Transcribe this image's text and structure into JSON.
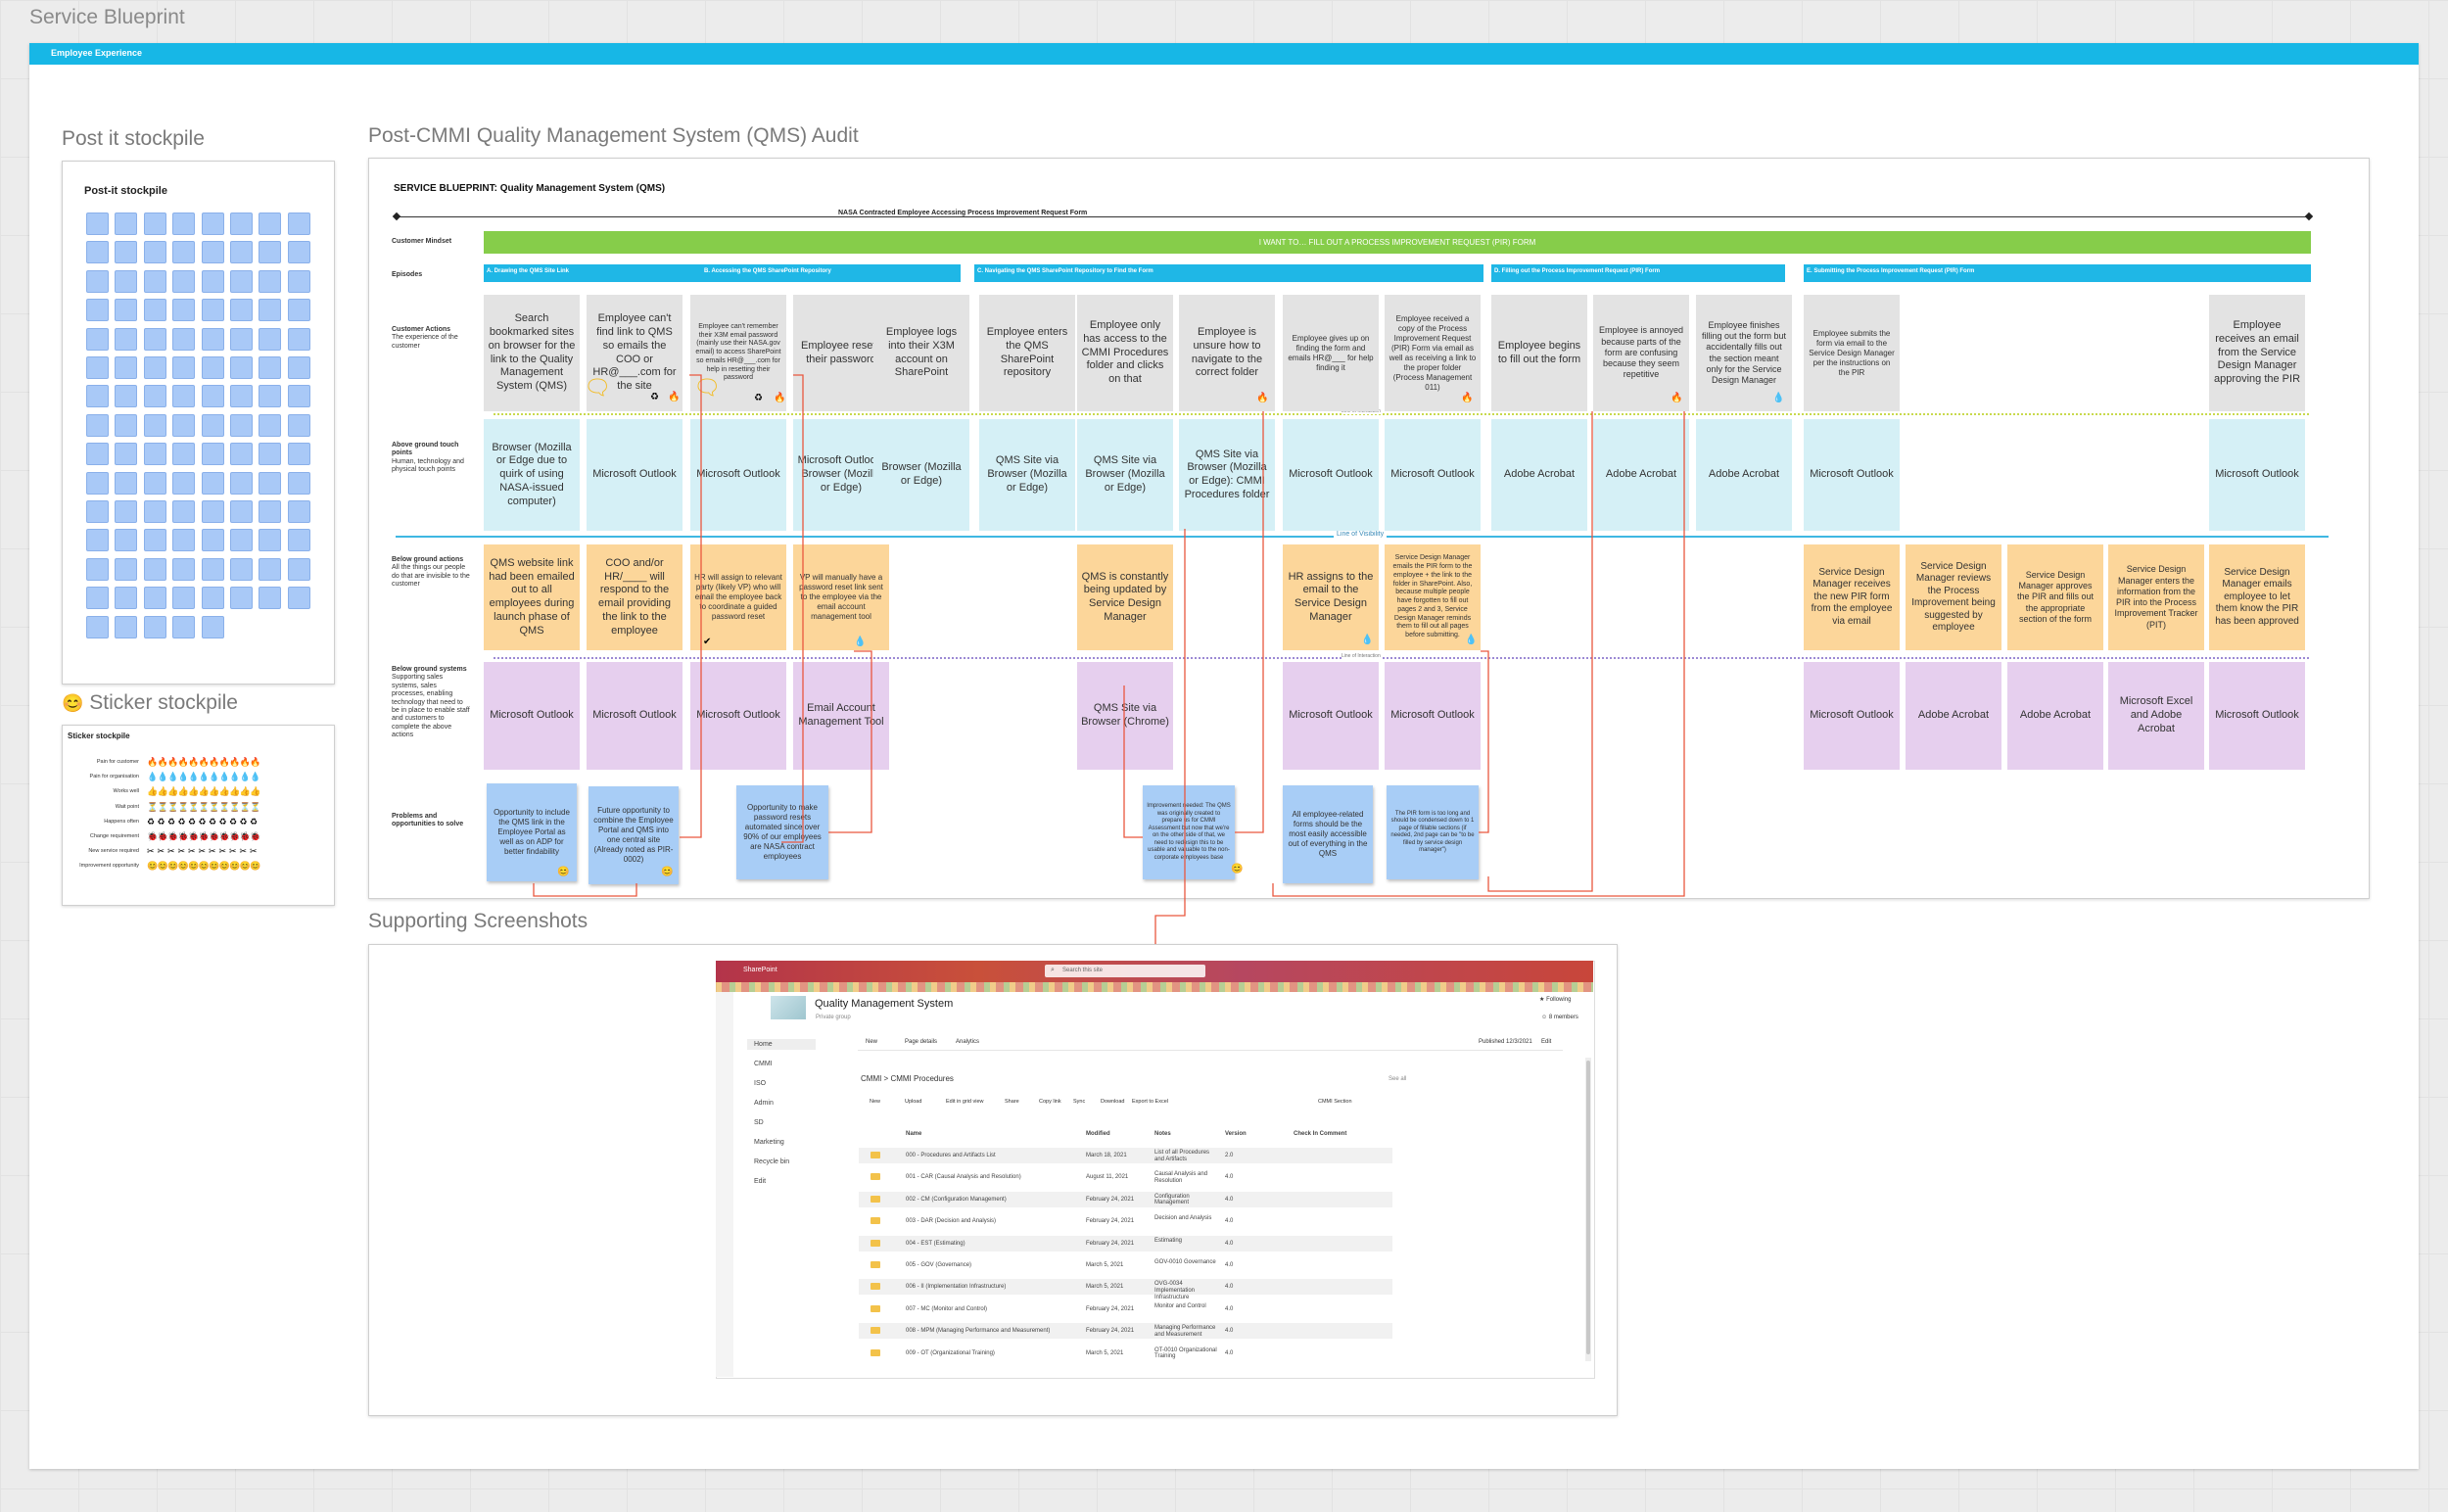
{
  "board_title": "Service Blueprint",
  "banner_label": "Employee Experience",
  "sections": {
    "postit": "Post it stockpile",
    "sticker": "Sticker stockpile",
    "main": "Post-CMMI Quality Management System (QMS) Audit",
    "screens": "Supporting Screenshots"
  },
  "postit_frame_title": "Post-it stockpile",
  "sticker_frame": {
    "title": "Sticker stockpile",
    "rows": [
      {
        "label": "Pain for customer",
        "icon": "🔥"
      },
      {
        "label": "Pain for organisation",
        "icon": "💧"
      },
      {
        "label": "Works well",
        "icon": "👍"
      },
      {
        "label": "Wait point",
        "icon": "⏳"
      },
      {
        "label": "Happens often",
        "icon": "♻"
      },
      {
        "label": "Change requirement",
        "icon": "🐞"
      },
      {
        "label": "New service required",
        "icon": "✂"
      },
      {
        "label": "Improvement opportunity",
        "icon": "😊"
      }
    ]
  },
  "blueprint": {
    "title": "SERVICE BLUEPRINT: Quality Management System (QMS)",
    "timeline_label": "NASA Contracted Employee Accessing Process Improvement Request Form",
    "mindset": "I WANT TO… FILL OUT A PROCESS IMPROVEMENT REQUEST (PIR) FORM",
    "row_labels": {
      "mindset": "Customer Mindset",
      "episodes": "Episodes",
      "actions": "Customer Actions",
      "actions_sub": "The experience of the customer",
      "above": "Above ground touch points",
      "above_sub": "Human, technology and physical touch points",
      "below": "Below ground actions",
      "below_sub": "All the things our people do that are invisible to the customer",
      "systems": "Below ground systems",
      "systems_sub": "Supporting sales systems, sales processes, enabling technology that need to be in place to enable staff and customers to complete the above actions",
      "problems": "Problems and opportunities to solve"
    },
    "line_visibility": "Line of Visibility",
    "line_interaction": "Line of Interaction",
    "episodes": [
      "A. Drawing the QMS Site Link",
      "B. Accessing the QMS SharePoint Repository",
      "C. Navigating the QMS SharePoint Repository to Find the Form",
      "D. Filling out the Process Improvement Request (PIR) Form",
      "E. Submitting the Process Improvement Request (PIR) Form"
    ],
    "actions": [
      "Search bookmarked sites on browser for the link to the Quality Management System (QMS)",
      "Employee can't find link to QMS so emails the COO or HR@___.com for the site",
      "Employee can't remember their X3M email password (mainly use their NASA.gov email) to access SharePoint so emails HR@___.com for help in resetting their password",
      "Employee resets their password",
      "Employee logs into their X3M account on SharePoint",
      "Employee enters the QMS SharePoint repository",
      "Employee only has access to the CMMI Procedures folder and clicks on that",
      "Employee is unsure how to navigate to the correct folder",
      "Employee gives up on finding the form and emails HR@___ for help finding it",
      "Employee received a copy of the Process Improvement Request (PIR) Form via email as well as receiving a link to the proper folder (Process Management 011)",
      "Employee begins to fill out the form",
      "Employee is annoyed because parts of the form are confusing because they seem repetitive",
      "Employee finishes filling out the form but accidentally fills out the section meant only for the Service Design Manager",
      "Employee submits the form via email to the Service Design Manager per the instructions on the PIR",
      "Employee receives an email from the Service Design Manager approving the PIR"
    ],
    "touchpoints": [
      "Browser (Mozilla or Edge due to quirk of using NASA-issued computer)",
      "Microsoft Outlook",
      "Microsoft Outlook",
      "Microsoft Outlook; Browser (Mozilla or Edge)",
      "Browser (Mozilla or Edge)",
      "QMS Site via Browser (Mozilla or Edge)",
      "QMS Site via Browser (Mozilla or Edge)",
      "QMS Site via Browser (Mozilla or Edge): CMMI Procedures folder",
      "Microsoft Outlook",
      "Microsoft Outlook",
      "Adobe Acrobat",
      "Adobe Acrobat",
      "Adobe Acrobat",
      "Microsoft Outlook",
      "Microsoft Outlook"
    ],
    "below_actions": [
      "QMS website link had been emailed out to all employees during launch phase of QMS",
      "COO and/or HR/____ will respond to the email providing the link to the employee",
      "HR will assign to relevant party (likely VP) who will email the employee back to coordinate a guided password reset",
      "VP will manually have a password reset link sent to the employee via the email account management tool",
      "QMS is constantly being updated by Service Design Manager",
      "HR assigns to the email to the Service Design Manager",
      "Service Design Manager emails the PIR form to the employee + the link to the folder in SharePoint. Also, because multiple people have forgotten to fill out pages 2 and 3, Service Design Manager reminds them to fill out all pages before submitting.",
      "Service Design Manager receives the new PIR form from the employee via email",
      "Service Design Manager reviews the Process Improvement being suggested by employee",
      "Service Design Manager approves the PIR and fills out the appropriate section of the form",
      "Service Design Manager enters the information from the PIR into the Process Improvement Tracker (PIT)",
      "Service Design Manager emails employee to let them know the PIR has been approved"
    ],
    "systems": [
      "Microsoft Outlook",
      "Microsoft Outlook",
      "Microsoft Outlook",
      "Email Account Management Tool",
      "QMS Site via Browser (Chrome)",
      "Microsoft Outlook",
      "Microsoft Outlook",
      "Microsoft Outlook",
      "Adobe Acrobat",
      "Adobe Acrobat",
      "Microsoft Excel and Adobe Acrobat",
      "Microsoft Outlook"
    ],
    "problems": [
      "Opportunity to include the QMS link in the Employee Portal as well as on ADP for better findability",
      "Future opportunity to combine the Employee Portal and QMS into one central site (Already noted as PIR-0002)",
      "Opportunity to make password resets automated since over 90% of our employees are NASA contract employees",
      "Improvement needed: The QMS was originally created to prepare us for CMMI Assessment but now that we're on the other side of that, we need to redesign this to be usable and valuable to the non-corporate employees base",
      "All employee-related forms should be the most easily accessible out of everything in the QMS",
      "The PIR form is too long and should be condensed down to 1 page of fillable sections (if needed, 2nd page can be \"to be filled by service design manager\")"
    ]
  },
  "sharepoint": {
    "brand": "SharePoint",
    "search_placeholder": "Search this site",
    "site_title": "Quality Management System",
    "site_sub": "Private group",
    "following": "Following",
    "members": "8 members",
    "nav": [
      "Home",
      "CMMI",
      "ISO",
      "Admin",
      "SD",
      "Marketing",
      "Recycle bin",
      "Edit"
    ],
    "commands": [
      "New",
      "Page details",
      "Analytics"
    ],
    "published": "Published 12/3/2021",
    "edit": "Edit",
    "breadcrumb": "CMMI > CMMI Procedures",
    "see_all": "See all",
    "toolbar": [
      "New",
      "Upload",
      "Edit in grid view",
      "Share",
      "Copy link",
      "Sync",
      "Download",
      "Export to Excel",
      "CMMI Section"
    ],
    "columns": [
      "Name",
      "Modified",
      "Notes",
      "Version",
      "Check In Comment"
    ],
    "rows": [
      [
        "000 - Procedures and Artifacts List",
        "March 18, 2021",
        "List of all Procedures and Artifacts",
        "2.0"
      ],
      [
        "001 - CAR (Causal Analysis and Resolution)",
        "August 11, 2021",
        "Causal Analysis and Resolution",
        "4.0"
      ],
      [
        "002 - CM (Configuration Management)",
        "February 24, 2021",
        "Configuration Management",
        "4.0"
      ],
      [
        "003 - DAR (Decision and Analysis)",
        "February 24, 2021",
        "Decision and Analysis",
        "4.0"
      ],
      [
        "004 - EST (Estimating)",
        "February 24, 2021",
        "Estimating",
        "4.0"
      ],
      [
        "005 - GOV (Governance)",
        "March 5, 2021",
        "GOV-0010 Governance",
        "4.0"
      ],
      [
        "006 - II (Implementation Infrastructure)",
        "March 5, 2021",
        "OVG-0034 Implementation Infrastructure",
        "4.0"
      ],
      [
        "007 - MC (Monitor and Control)",
        "February 24, 2021",
        "Monitor and Control",
        "4.0"
      ],
      [
        "008 - MPM (Managing Performance and Measurement)",
        "February 24, 2021",
        "Managing Performance and Measurement",
        "4.0"
      ],
      [
        "009 - OT (Organizational Training)",
        "March 5, 2021",
        "OT-0010 Organizational Training",
        "4.0"
      ]
    ]
  },
  "colors": {
    "banner": "#17b7e6",
    "mindset": "#86cd4a",
    "episode": "#1fb7e6",
    "action": "#e3e3e3",
    "touchpoint": "#d5f0f6",
    "below_action": "#fcd69a",
    "system": "#e6cfee",
    "problem": "#a8cdf6",
    "connector": "#e9573f"
  }
}
